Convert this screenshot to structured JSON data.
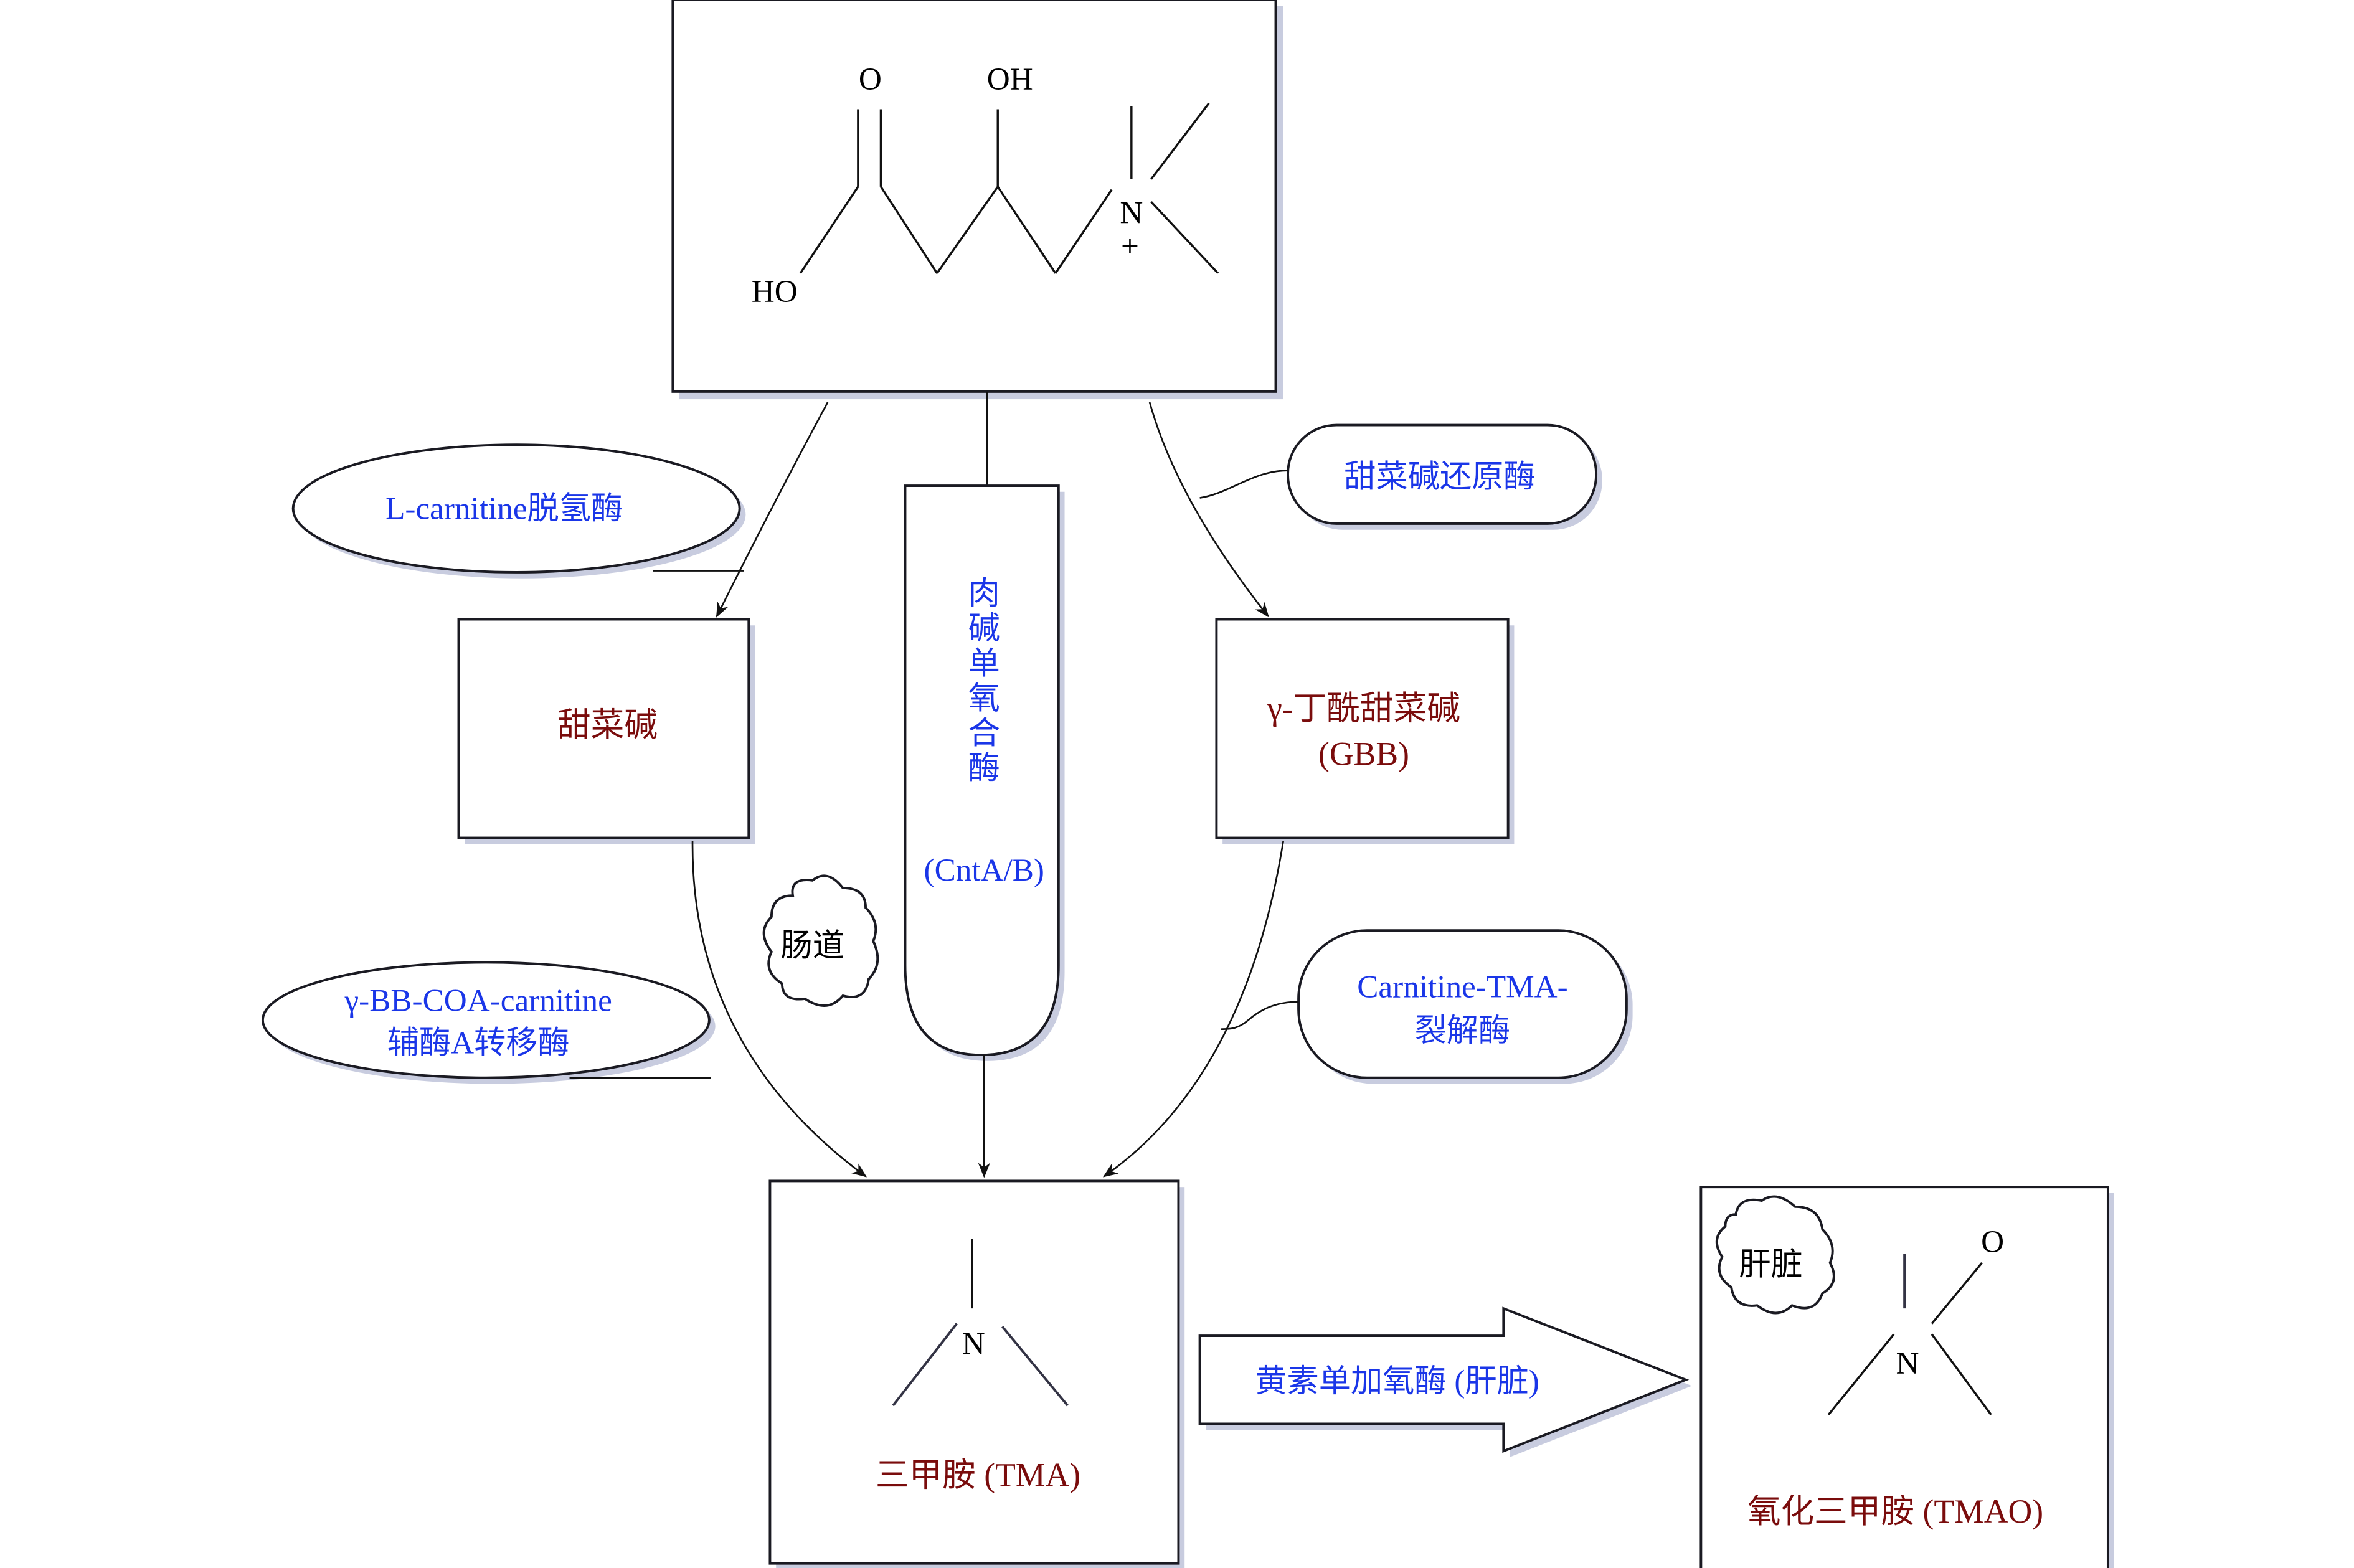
{
  "colors": {
    "enzyme_text": "#1a36e8",
    "product_text": "#7a0c0c",
    "atom_text": "#000000",
    "stroke": "#1a1a22"
  },
  "substrate": {
    "name": "L-carnitine structure",
    "atoms": {
      "carbonyl_o": "O",
      "hydroxyl": "OH",
      "acid_oh": "HO",
      "nitrogen": "N",
      "charge": "+"
    }
  },
  "enzymes": {
    "l_carnitine_dehydrogenase": "L-carnitine脱氢酶",
    "carnitine_monooxygenase_chars": [
      "肉",
      "碱",
      "单",
      "氧",
      "合",
      "酶"
    ],
    "carnitine_monooxygenase_code": "(CntA/B)",
    "betaine_reductase": "甜菜碱还原酶",
    "gbb_coa_transferase_line1": "γ-BB-COA-carnitine",
    "gbb_coa_transferase_line2": "辅酶A转移酶",
    "carnitine_tma_lyase_line1": "Carnitine-TMA-",
    "carnitine_tma_lyase_line2": "裂解酶",
    "fmo": "黄素单加氧酶 (肝脏)"
  },
  "intermediates": {
    "betaine": "甜菜碱",
    "gbb_line1": "γ-丁酰甜菜碱",
    "gbb_line2": "(GBB)"
  },
  "locations": {
    "gut": "肠道",
    "liver": "肝脏"
  },
  "products": {
    "tma": {
      "label": "三甲胺 (TMA)",
      "nitrogen": "N"
    },
    "tmao": {
      "label": "氧化三甲胺 (TMAO)",
      "nitrogen": "N",
      "oxygen": "O"
    }
  }
}
